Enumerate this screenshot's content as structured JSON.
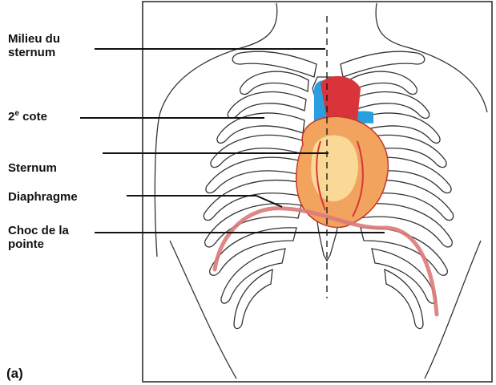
{
  "labels": {
    "milieu_line1": "Milieu du",
    "milieu_line2": "sternum",
    "cote_prefix": "2",
    "cote_sup": "e",
    "cote_suffix": " cote",
    "sternum": "Sternum",
    "diaphragme": "Diaphragme",
    "choc_line1": "Choc de la",
    "choc_line2": "pointe",
    "panel": "(a)"
  },
  "colors": {
    "outline": "#2a2a2a",
    "leader": "#111111",
    "heart_red": "#d8343a",
    "heart_orange": "#f2a35e",
    "heart_yellow": "#fbe3a0",
    "vessel_blue": "#2a9fe0",
    "diaphragm_pink": "#dc7a7a"
  }
}
